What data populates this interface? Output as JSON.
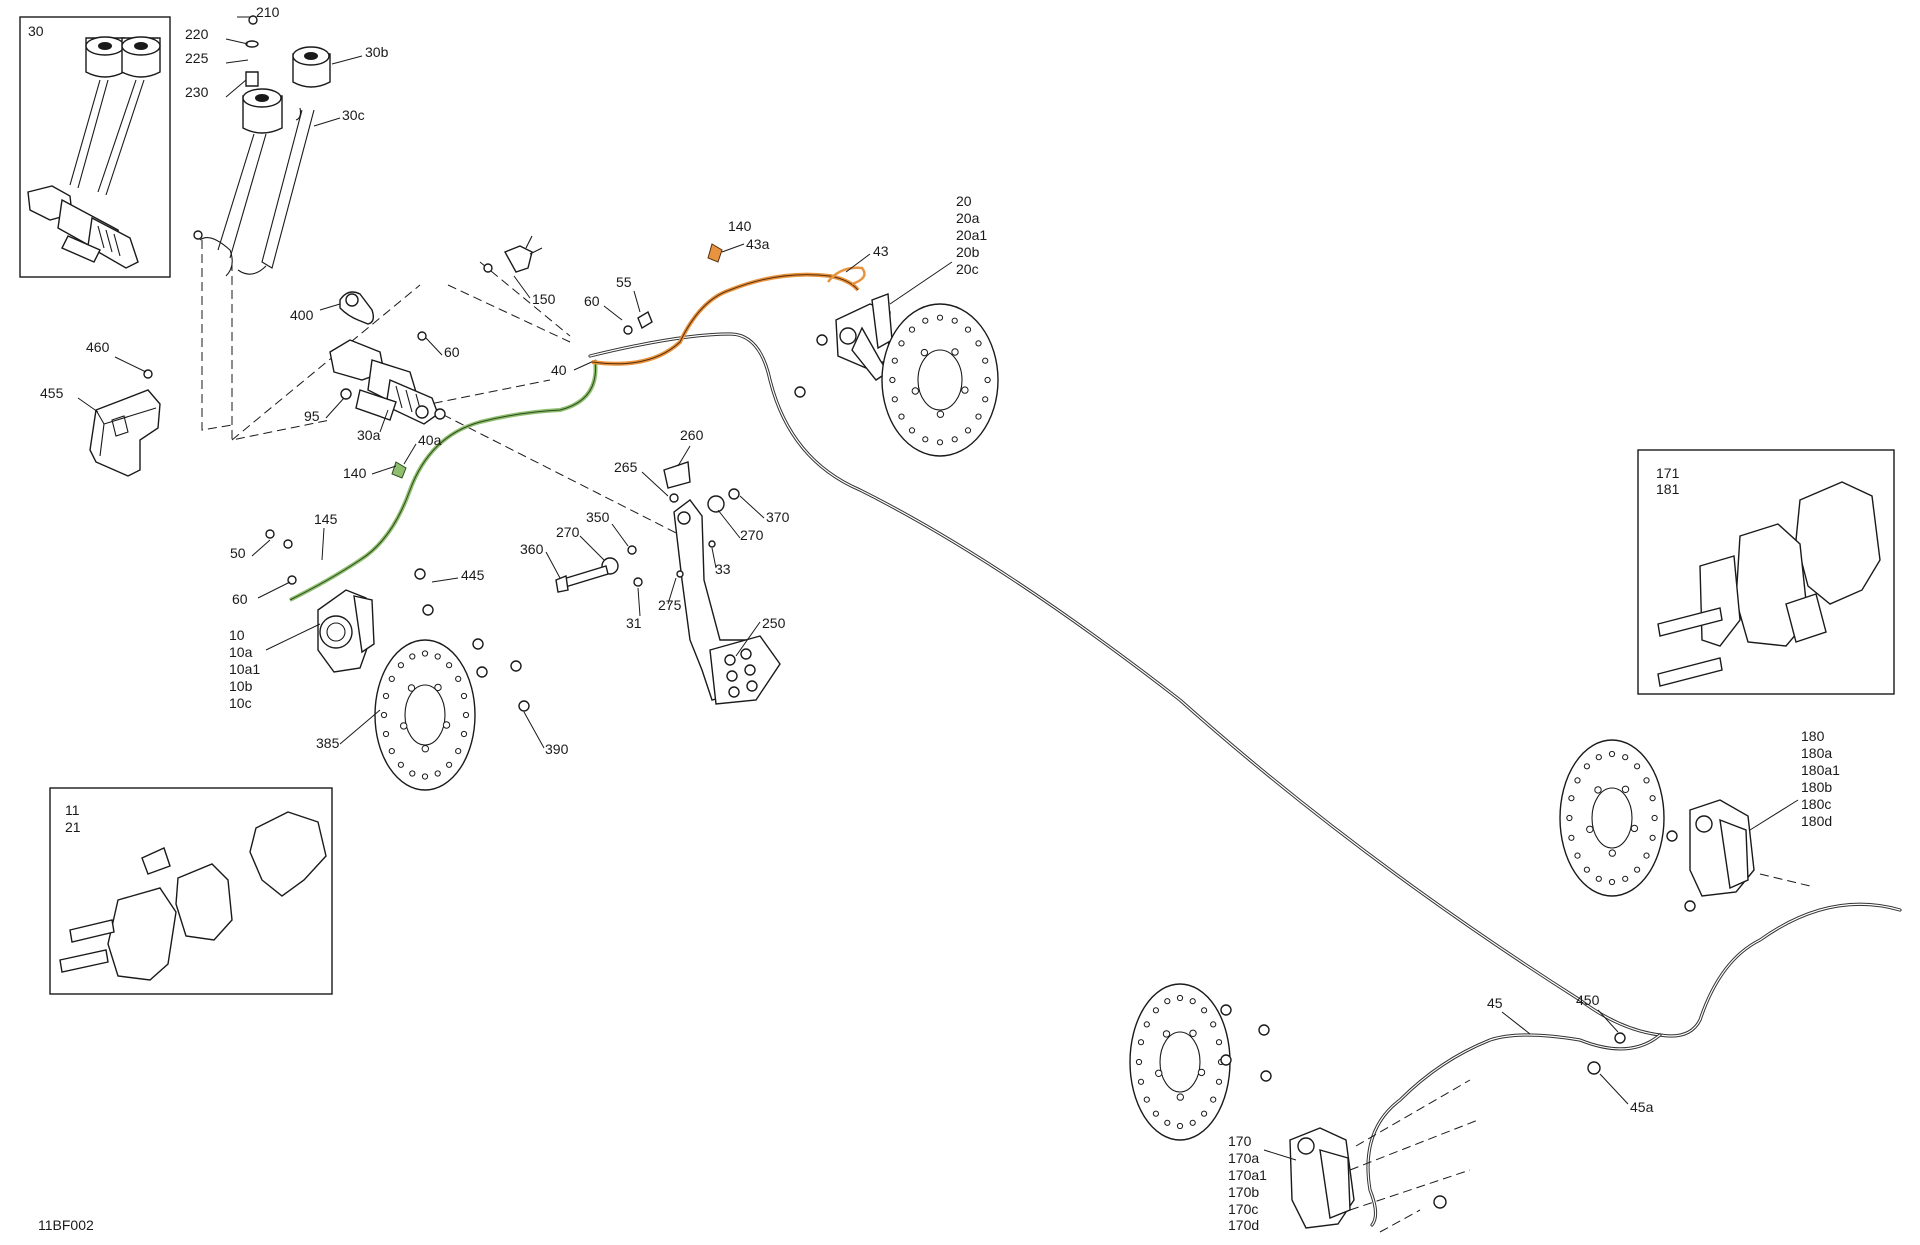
{
  "diagram_code": "11BF002",
  "colors": {
    "front_line": "#e8933f",
    "rear_line": "#8fbf6e",
    "ink": "#1a1a1a"
  },
  "labels": {
    "l30": "30",
    "l210": "210",
    "l220": "220",
    "l225": "225",
    "l230": "230",
    "l30b": "30b",
    "l30c": "30c",
    "l150": "150",
    "l400": "400",
    "l60a": "60",
    "l55": "55",
    "l60b": "60",
    "l40": "40",
    "l460": "460",
    "l455": "455",
    "l95": "95",
    "l30a": "30a",
    "l40a": "40a",
    "l140a": "140",
    "l140b": "140",
    "l43a": "43a",
    "l43": "43",
    "l20": "20",
    "l20a": "20a",
    "l20a1": "20a1",
    "l20b": "20b",
    "l20c": "20c",
    "l260": "260",
    "l265": "265",
    "l370": "370",
    "l350": "350",
    "l270a": "270",
    "l270b": "270",
    "l360": "360",
    "l33": "33",
    "l275": "275",
    "l31": "31",
    "l250": "250",
    "l145": "145",
    "l50": "50",
    "l60c": "60",
    "l445": "445",
    "l10": "10",
    "l10a": "10a",
    "l10a1": "10a1",
    "l10b": "10b",
    "l10c": "10c",
    "l385": "385",
    "l390": "390",
    "l11": "11",
    "l21": "21",
    "l171": "171",
    "l181": "181",
    "l180": "180",
    "l180a": "180a",
    "l180a1": "180a1",
    "l180b": "180b",
    "l180c": "180c",
    "l180d": "180d",
    "l45": "45",
    "l450": "450",
    "l45a": "45a",
    "l170": "170",
    "l170a": "170a",
    "l170a1": "170a1",
    "l170b": "170b",
    "l170c": "170c",
    "l170d": "170d"
  }
}
